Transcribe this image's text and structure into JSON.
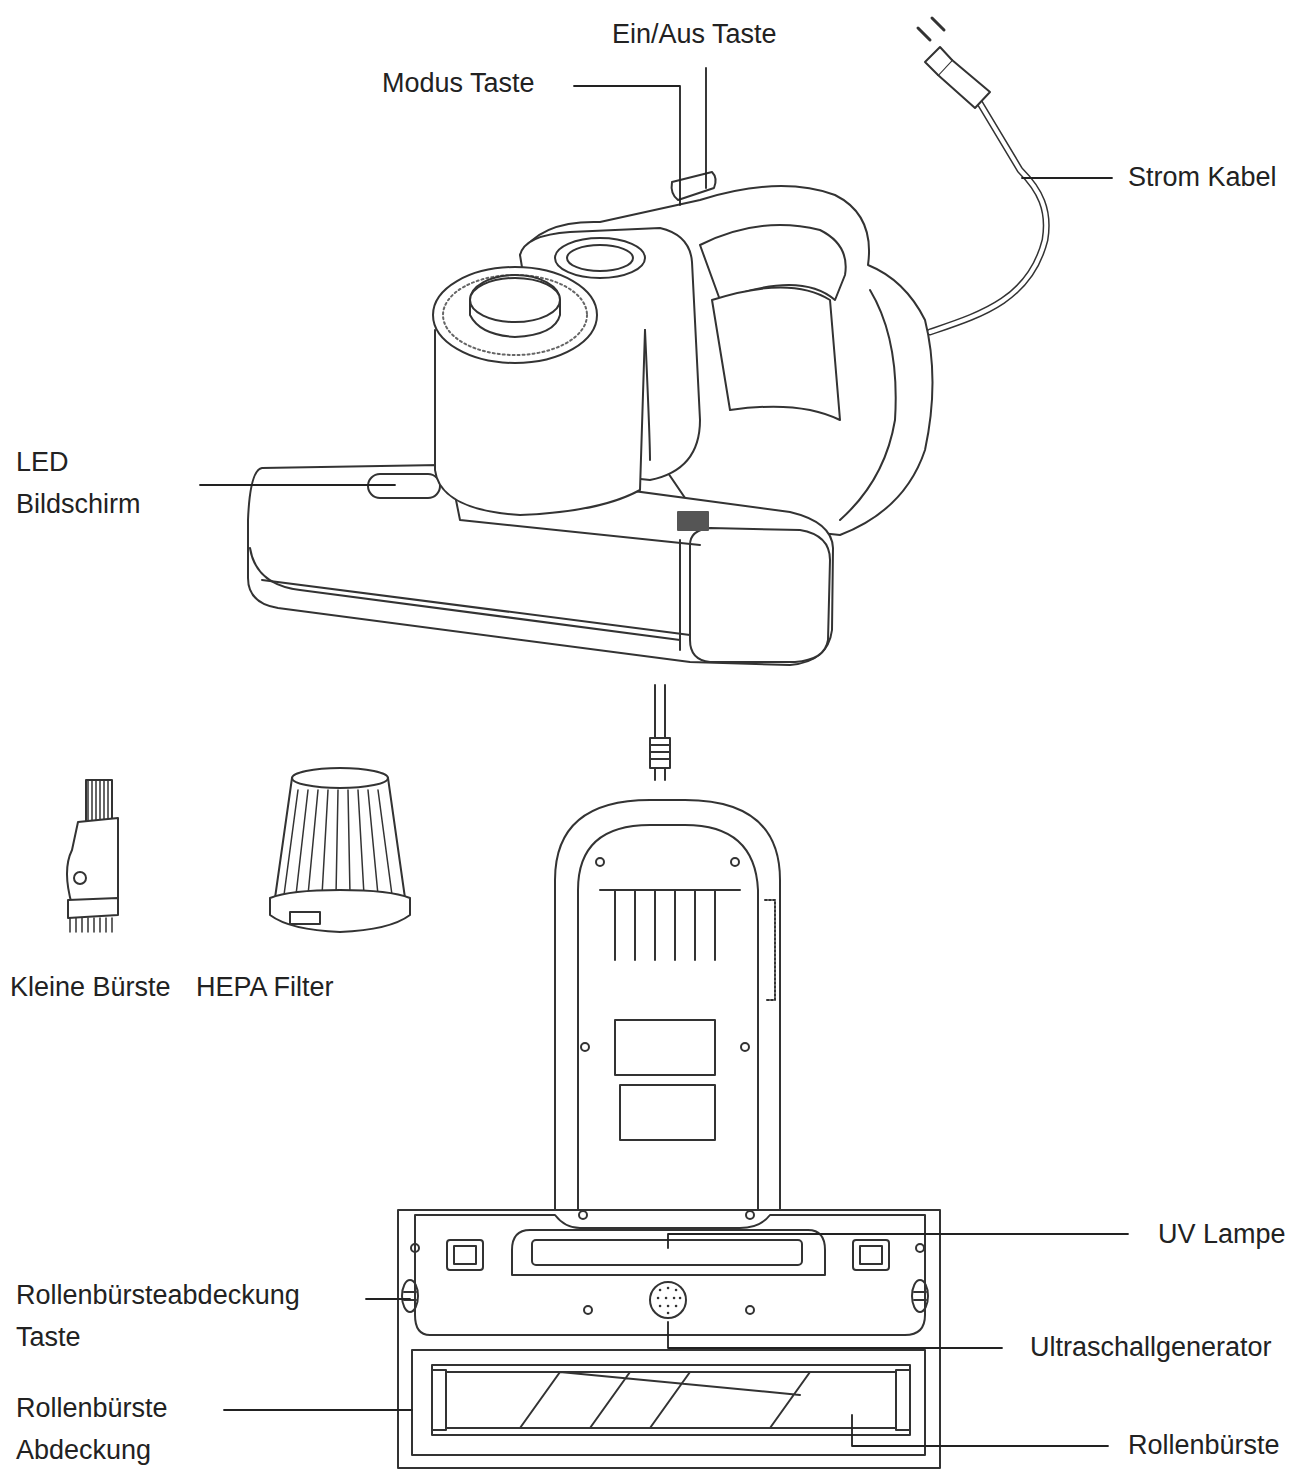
{
  "diagram": {
    "labels": [
      "Ein/Aus Taste",
      "Modus Taste",
      "Strom Kabel",
      "LED Bildschirm",
      "Kleine Bürste",
      "HEPA Filter",
      "UV Lampe",
      "Rollenbürsteabdeckung Taste",
      "Ultraschallgenerator",
      "Rollenbürste Abdeckung",
      "Rollenbürste"
    ]
  }
}
